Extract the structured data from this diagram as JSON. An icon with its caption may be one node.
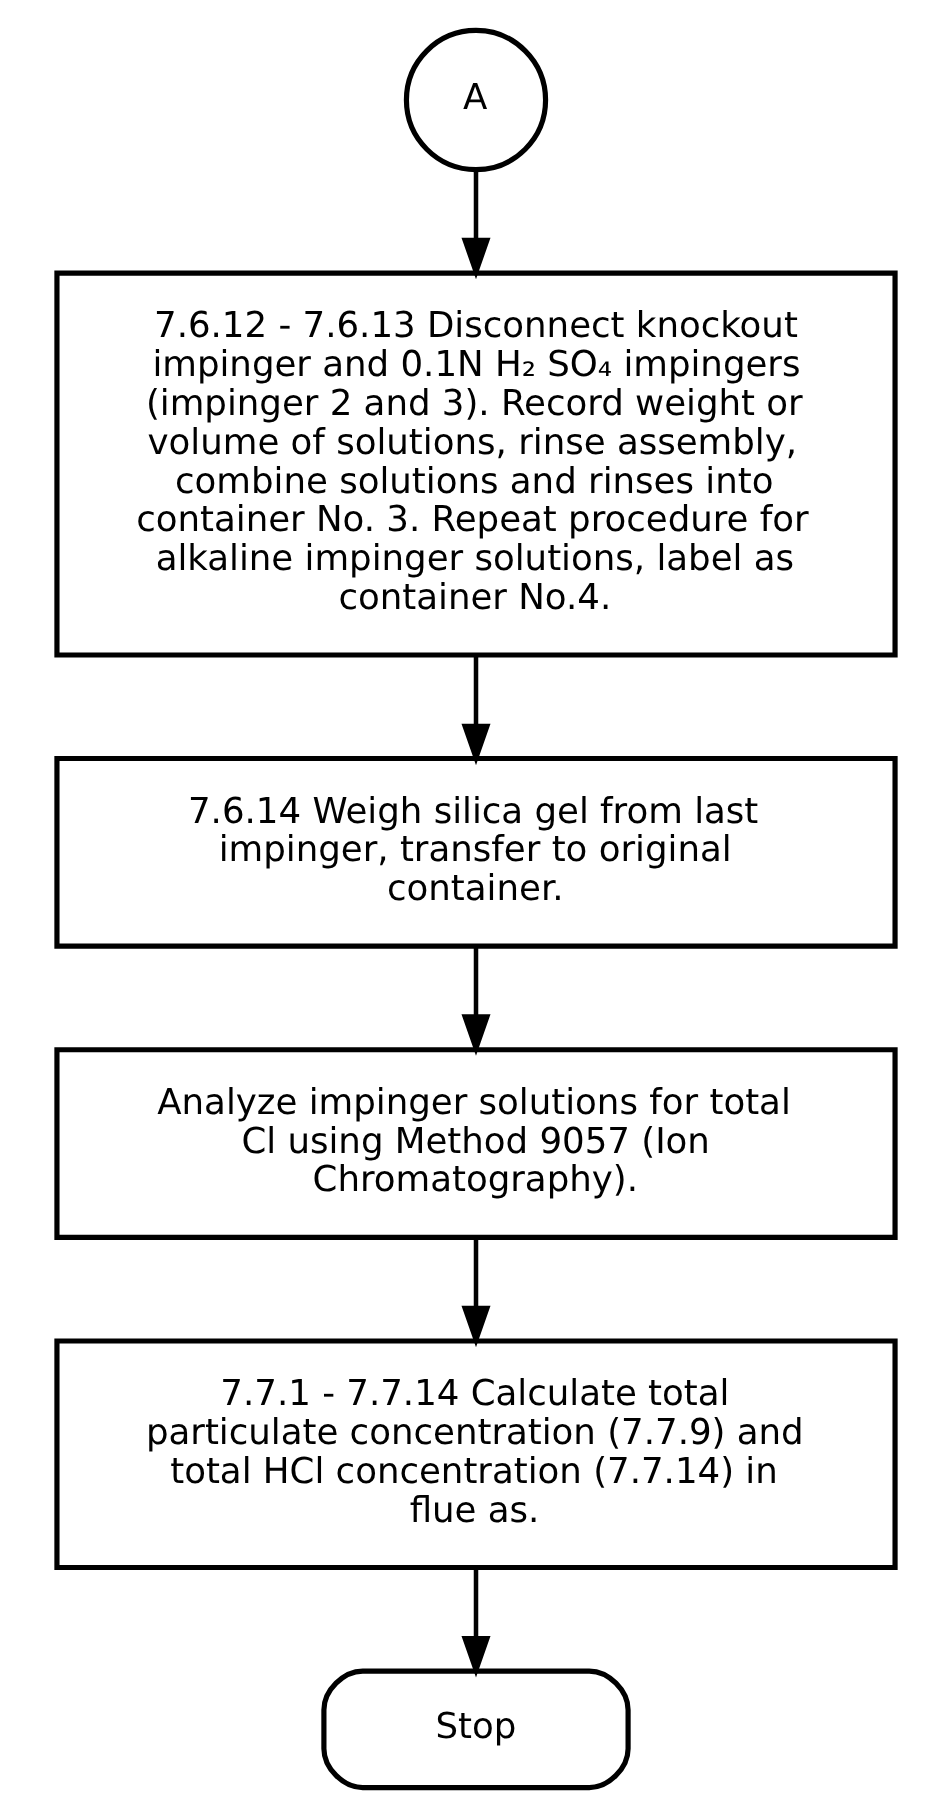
{
  "diagram": {
    "nodes": [
      {
        "text": [
          "A"
        ]
      },
      {
        "text": [
          "7.6.12 - 7.6.13 Disconnect knockout impinger and 0.1N H₂ SO₄ impingers (impinger 2 and 3). Record weight or volume of solutions, rinse assembly, combine solutions and rinses into container No. 3. Repeat procedure for alkaline impinger solutions, label as container No.4."
        ]
      },
      {
        "text": [
          "7.6.14 Weigh silica gel from last impinger, transfer to original container."
        ]
      },
      {
        "text": [
          "Analyze impinger solutions for total Cl using Method 9057 (Ion Chromatography)."
        ]
      },
      {
        "text": [
          "7.7.1 - 7.7.14 Calculate total particulate concentration (7.7.9) and total HCl concentration (7.7.14) in flue as."
        ]
      },
      {
        "text": [
          "Stop"
        ]
      }
    ],
    "edges": [
      {
        "from": 0,
        "to": 1,
        "arrow": "to"
      },
      {
        "from": 1,
        "to": 2,
        "arrow": "to"
      },
      {
        "from": 2,
        "to": 3,
        "arrow": "to"
      },
      {
        "from": 3,
        "to": 4,
        "arrow": "to"
      },
      {
        "from": 4,
        "to": 5,
        "arrow": "to"
      }
    ]
  }
}
